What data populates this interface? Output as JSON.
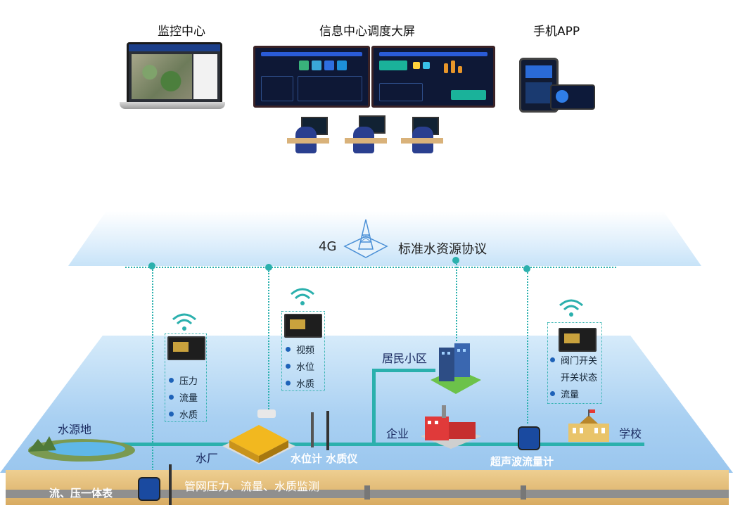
{
  "top": {
    "monitor_center": "监控中心",
    "info_center": "信息中心调度大屏",
    "mobile_app": "手机APP"
  },
  "network": {
    "left_label": "4G",
    "right_label": "标准水资源协议"
  },
  "devices": {
    "left": {
      "items": [
        "压力",
        "流量",
        "水质"
      ]
    },
    "middle": {
      "items": [
        "视频",
        "水位",
        "水质"
      ]
    },
    "right": {
      "items": [
        "阀门开关",
        "开关状态",
        "流量"
      ]
    }
  },
  "sites": {
    "water_source": "水源地",
    "water_plant": "水厂",
    "level_quality": "水位计 水质仪",
    "residential": "居民小区",
    "enterprise": "企业",
    "ultrasonic": "超声波流量计",
    "school": "学校"
  },
  "bottom": {
    "pipe_monitor": "管网压力、流量、水质监测",
    "meter": "流、压一体表"
  },
  "colors": {
    "accent": "#2bb0ad",
    "bullet": "#1e62b8",
    "plane": "#a9d0f2",
    "soil": "#d8ab62"
  }
}
